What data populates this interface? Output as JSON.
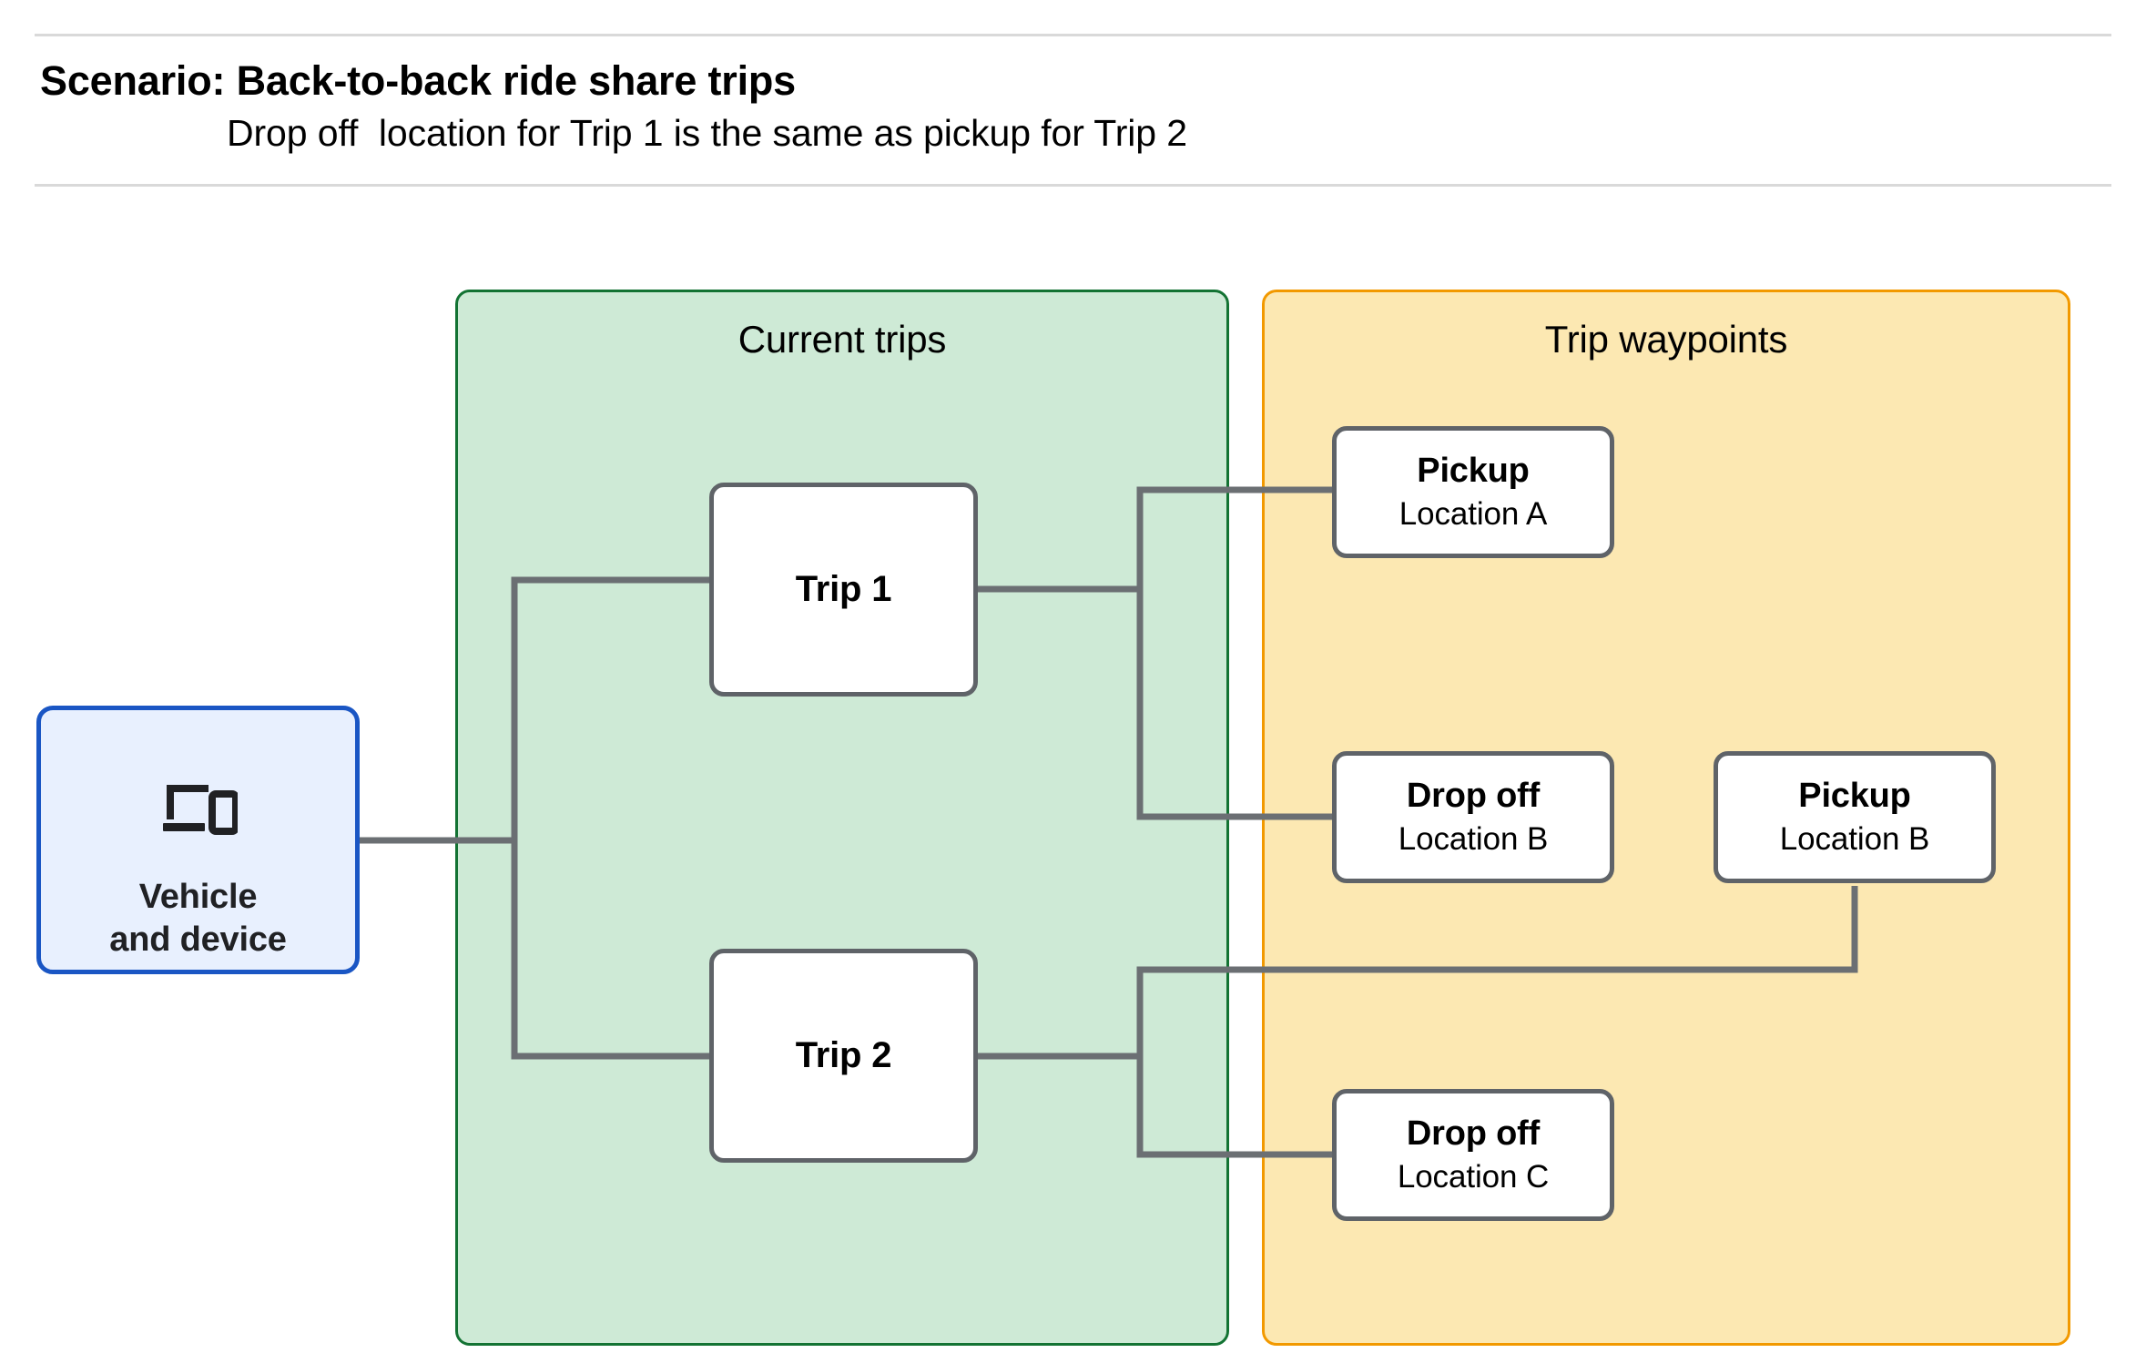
{
  "header": {
    "title": "Scenario: Back-to-back ride share trips",
    "subtitle": "Drop off  location for Trip 1 is the same as pickup for Trip 2"
  },
  "groups": {
    "current_trips": {
      "title": "Current trips",
      "fill": "#ceead6",
      "border": "#137333"
    },
    "trip_waypoints": {
      "title": "Trip waypoints",
      "fill": "#fce8b2",
      "border": "#f29900"
    }
  },
  "nodes": {
    "vehicle": {
      "label": "Vehicle\nand device",
      "icon": "laptop-and-phone-icon",
      "fill": "#e8f0fe",
      "border": "#1a56c4"
    },
    "trip1": {
      "title": "Trip 1"
    },
    "trip2": {
      "title": "Trip 2"
    },
    "pickup_a": {
      "title": "Pickup",
      "location": "Location A"
    },
    "dropoff_b": {
      "title": "Drop off",
      "location": "Location B"
    },
    "pickup_b": {
      "title": "Pickup",
      "location": "Location B"
    },
    "dropoff_c": {
      "title": "Drop off",
      "location": "Location C"
    }
  },
  "connector_color": "#6b6f73"
}
